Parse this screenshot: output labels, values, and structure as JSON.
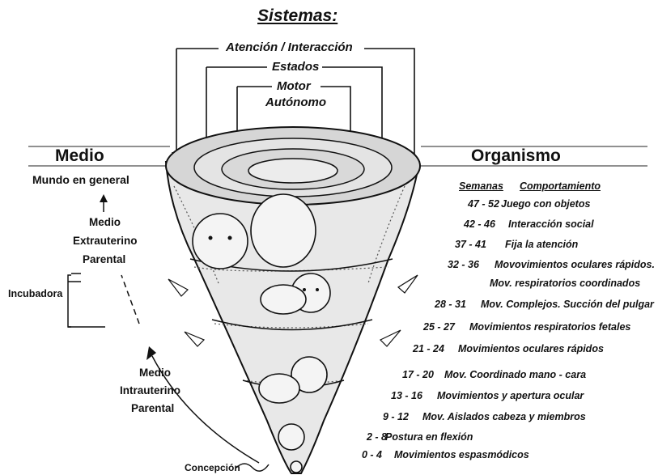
{
  "title": "Sistemas:",
  "systems": [
    {
      "label": "Atención / Interacción"
    },
    {
      "label": "Estados"
    },
    {
      "label": "Motor"
    },
    {
      "label": "Autónomo"
    }
  ],
  "left": {
    "heading": "Medio",
    "world": "Mundo en general",
    "extra": [
      "Medio",
      "Extrauterino",
      "Parental"
    ],
    "incubator": "Incubadora",
    "intra": [
      "Medio",
      "Intrauterino",
      "Parental"
    ],
    "conception": "Concepción"
  },
  "right": {
    "heading": "Organismo",
    "col_weeks": "Semanas",
    "col_behavior": "Comportamiento",
    "rows": [
      {
        "weeks": "47 - 52",
        "behavior": "Juego con objetos"
      },
      {
        "weeks": "42 - 46",
        "behavior": "Interacción social"
      },
      {
        "weeks": "37 - 41",
        "behavior": "Fija la atención"
      },
      {
        "weeks": "32 - 36",
        "behavior": "Movovimientos oculares rápidos."
      },
      {
        "weeks": "",
        "behavior": "Mov. respiratorios coordinados"
      },
      {
        "weeks": "28 - 31",
        "behavior": "Mov. Complejos. Succión del pulgar"
      },
      {
        "weeks": "25 - 27",
        "behavior": "Movimientos respiratorios fetales"
      },
      {
        "weeks": "21 - 24",
        "behavior": "Movimientos oculares rápidos"
      },
      {
        "weeks": "17 - 20",
        "behavior": "Mov. Coordinado mano - cara"
      },
      {
        "weeks": "13 - 16",
        "behavior": "Movimientos y apertura ocular"
      },
      {
        "weeks": "9 - 12",
        "behavior": "Mov. Aislados cabeza y miembros"
      },
      {
        "weeks": "2 - 8",
        "behavior": "Postura en flexión"
      },
      {
        "weeks": "0 - 4",
        "behavior": "Movimientos espasmódicos"
      }
    ]
  }
}
